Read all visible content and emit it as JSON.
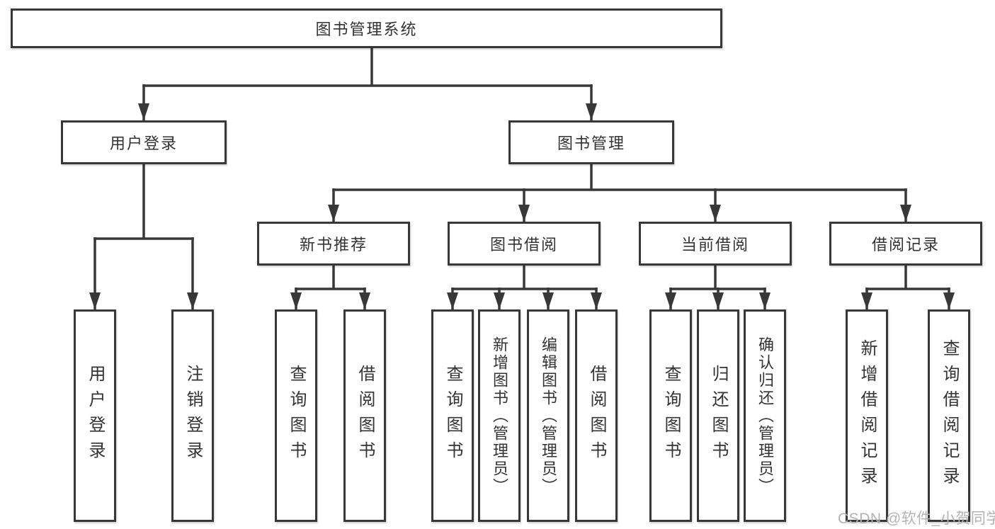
{
  "nodes": {
    "root": "图书管理系统",
    "user_login": "用户登录",
    "book_management": "图书管理",
    "new_book_recommend": "新书推荐",
    "book_borrow": "图书借阅",
    "current_borrow": "当前借阅",
    "borrow_records": "借阅记录",
    "leaf_user_login": "用户登录",
    "leaf_logout": "注销登录",
    "leaf_query_book_1": "查询图书",
    "leaf_borrow_book_1": "借阅图书",
    "leaf_query_book_2": "查询图书",
    "leaf_add_book_admin": "新增图书（管理员）",
    "leaf_edit_book_admin": "编辑图书（管理员）",
    "leaf_borrow_book_2": "借阅图书",
    "leaf_query_book_3": "查询图书",
    "leaf_return_book": "归还图书",
    "leaf_confirm_return_admin": "确认归还（管理员）",
    "leaf_add_borrow_record": "新增借阅记录",
    "leaf_query_borrow_record": "查询借阅记录"
  },
  "watermark": "CSDN @软件_小贺同学",
  "colors": {
    "line": "#383838",
    "text": "#333333",
    "background": "#ffffff",
    "watermark": "#b3b3b3"
  }
}
